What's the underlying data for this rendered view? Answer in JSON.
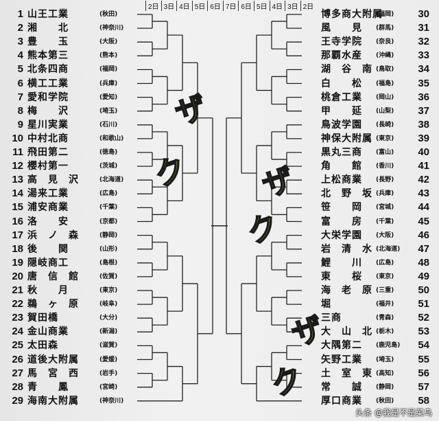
{
  "round_labels": [
    "2日",
    "3日",
    "4日",
    "5日",
    "6日",
    "7日",
    "6日",
    "5日",
    "4日",
    "3日",
    "2日"
  ],
  "left": [
    {
      "no": "1",
      "school": "山王工業",
      "pref": "(秋田)"
    },
    {
      "no": "2",
      "school": "湘　　北",
      "pref": "(神奈川)"
    },
    {
      "no": "3",
      "school": "豊　　玉",
      "pref": "(大阪)"
    },
    {
      "no": "4",
      "school": "熊本第三",
      "pref": "(熊本)"
    },
    {
      "no": "5",
      "school": "北条四商",
      "pref": "(福岡)"
    },
    {
      "no": "6",
      "school": "横工工業",
      "pref": "(兵庫)"
    },
    {
      "no": "7",
      "school": "愛和学院",
      "pref": "(愛知)"
    },
    {
      "no": "8",
      "school": "梅　　沢",
      "pref": "(埼玉)"
    },
    {
      "no": "9",
      "school": "星川実業",
      "pref": "(石川)"
    },
    {
      "no": "10",
      "school": "中村北商",
      "pref": "(和歌山)"
    },
    {
      "no": "11",
      "school": "飛田第二",
      "pref": "(徳島)"
    },
    {
      "no": "12",
      "school": "櫻村第一",
      "pref": "(茨城)"
    },
    {
      "no": "13",
      "school": "高　見　沢",
      "pref": "(北海道)"
    },
    {
      "no": "14",
      "school": "湯来工業",
      "pref": "(広島)"
    },
    {
      "no": "15",
      "school": "浦安商業",
      "pref": "(千葉)"
    },
    {
      "no": "16",
      "school": "洛　　安",
      "pref": "(京都)"
    },
    {
      "no": "17",
      "school": "浜　ノ　森",
      "pref": "(静岡)"
    },
    {
      "no": "18",
      "school": "後　　関",
      "pref": "(山形)"
    },
    {
      "no": "19",
      "school": "隠岐商工",
      "pref": "(島根)"
    },
    {
      "no": "20",
      "school": "唐　信　館",
      "pref": "(佐賀)"
    },
    {
      "no": "21",
      "school": "秋　　月",
      "pref": "(東京)"
    },
    {
      "no": "22",
      "school": "鵜　ヶ　原",
      "pref": "(岐阜)"
    },
    {
      "no": "23",
      "school": "賀田橋",
      "pref": "(大分)"
    },
    {
      "no": "24",
      "school": "金山商業",
      "pref": "(新潟)"
    },
    {
      "no": "25",
      "school": "太田森",
      "pref": "(滋賀)"
    },
    {
      "no": "26",
      "school": "道後大附属",
      "pref": "(愛媛)"
    },
    {
      "no": "27",
      "school": "馬　宮　西",
      "pref": "(岩手)"
    },
    {
      "no": "28",
      "school": "青　　鳳",
      "pref": "(宮崎)"
    },
    {
      "no": "29",
      "school": "海南大附属",
      "pref": "(神奈川)"
    }
  ],
  "right": [
    {
      "no": "30",
      "school": "博多商大附属",
      "pref": "(福岡)"
    },
    {
      "no": "31",
      "school": "風　　見",
      "pref": "(群馬)"
    },
    {
      "no": "32",
      "school": "王寺学院",
      "pref": "(奈良)"
    },
    {
      "no": "33",
      "school": "那覇水産",
      "pref": "(沖縄)"
    },
    {
      "no": "34",
      "school": "湖　谷　南",
      "pref": "(鳥取)"
    },
    {
      "no": "35",
      "school": "白　　松",
      "pref": "(福島)"
    },
    {
      "no": "36",
      "school": "桃倉工業",
      "pref": "(岡山)"
    },
    {
      "no": "37",
      "school": "甲　　延",
      "pref": "(山梨)"
    },
    {
      "no": "38",
      "school": "鳥波学園",
      "pref": "(長崎)"
    },
    {
      "no": "39",
      "school": "神保大附属",
      "pref": "(東京)"
    },
    {
      "no": "40",
      "school": "黒丸三商",
      "pref": "(富山)"
    },
    {
      "no": "41",
      "school": "角　　館",
      "pref": "(香川)"
    },
    {
      "no": "42",
      "school": "上松商業",
      "pref": "(長野)"
    },
    {
      "no": "43",
      "school": "北　野　坂",
      "pref": "(兵庫)"
    },
    {
      "no": "44",
      "school": "笹　　岡",
      "pref": "(宮城)"
    },
    {
      "no": "45",
      "school": "富　　房",
      "pref": "(千葉)"
    },
    {
      "no": "46",
      "school": "大栄学園",
      "pref": "(大阪)"
    },
    {
      "no": "47",
      "school": "岩　清　水",
      "pref": "(北海道)"
    },
    {
      "no": "48",
      "school": "鯉　　川",
      "pref": "(広島)"
    },
    {
      "no": "49",
      "school": "東　　桜",
      "pref": "(東京)"
    },
    {
      "no": "50",
      "school": "海　老　原",
      "pref": "(三重)"
    },
    {
      "no": "51",
      "school": "堀",
      "pref": "(福井)"
    },
    {
      "no": "52",
      "school": "三商",
      "pref": "(青森)"
    },
    {
      "no": "53",
      "school": "大　山　北",
      "pref": "(栃木)"
    },
    {
      "no": "54",
      "school": "大隅第二",
      "pref": "(鹿児島)"
    },
    {
      "no": "55",
      "school": "矢野工業",
      "pref": "(埼玉)"
    },
    {
      "no": "56",
      "school": "土　室　東",
      "pref": "(高知)"
    },
    {
      "no": "57",
      "school": "常　　誠",
      "pref": "(静岡)"
    },
    {
      "no": "58",
      "school": "厚口商業",
      "pref": "(秋田)"
    }
  ],
  "sfx": [
    "ザ",
    "ク",
    "ザ",
    "ク",
    "ザ",
    "ク"
  ],
  "watermark": "头条 @我是不是菜鸟"
}
